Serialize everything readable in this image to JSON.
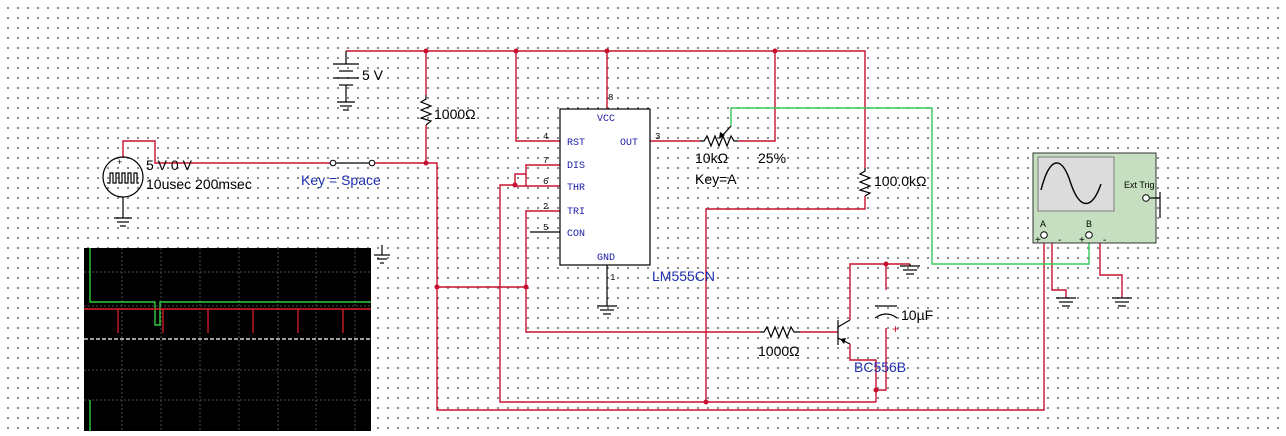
{
  "source": {
    "voltage": "5 V"
  },
  "clock": {
    "line1": "5 V 0 V",
    "line2": "10usec 200msec"
  },
  "switch": {
    "label": "Key = Space"
  },
  "resistors": {
    "r_top": "1000Ω",
    "r_base": "1000Ω",
    "r_right": "100.0kΩ"
  },
  "potentiometer": {
    "value": "10kΩ",
    "percent": "25%",
    "key": "Key=A"
  },
  "capacitor": {
    "value": "10µF",
    "polarity": "+"
  },
  "transistor": {
    "name": "BC556B"
  },
  "ic": {
    "name": "LM555CN",
    "pins": {
      "vcc": "VCC",
      "vcc_num": "8",
      "rst": "RST",
      "rst_num": "4",
      "out": "OUT",
      "out_num": "3",
      "dis": "DIS",
      "dis_num": "7",
      "thr": "THR",
      "thr_num": "6",
      "tri": "TRI",
      "tri_num": "2",
      "con": "CON",
      "con_num": "5",
      "gnd": "GND",
      "gnd_num": "1"
    }
  },
  "scope": {
    "ext_trig": "Ext Trig",
    "ch_a": "A",
    "ch_b": "B",
    "plus": "+",
    "minus": "-"
  },
  "colors": {
    "wire": "#c8102e",
    "probe_wire": "#38c75a",
    "scope_bg": "#000000",
    "label_blue": "#1f2fb0"
  }
}
